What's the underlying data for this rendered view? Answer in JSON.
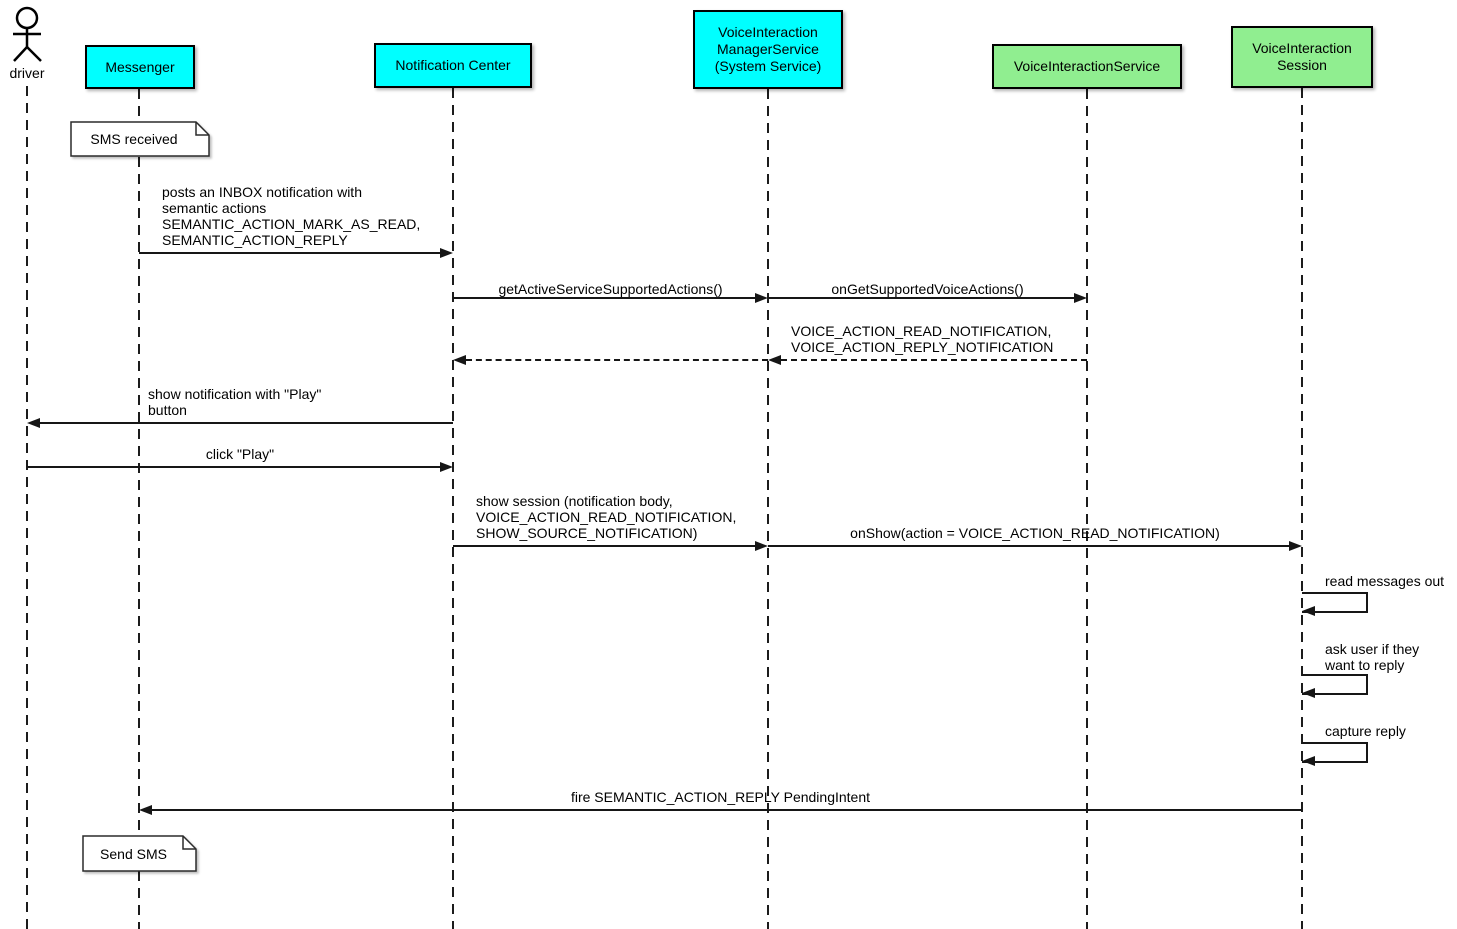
{
  "diagram": {
    "type": "uml-sequence",
    "colors": {
      "system_fill": "#00ffff",
      "service_fill": "#90ee90",
      "line": "#000000",
      "background": "#ffffff"
    }
  },
  "actor": {
    "label": "driver"
  },
  "participants": [
    {
      "label": "Messenger",
      "type": "system"
    },
    {
      "label": "Notification Center",
      "type": "system"
    },
    {
      "label": "VoiceInteraction\nManagerService\n(System Service)",
      "type": "system"
    },
    {
      "label": "VoiceInteractionService",
      "type": "service"
    },
    {
      "label": "VoiceInteraction\nSession",
      "type": "service"
    }
  ],
  "notes": [
    {
      "text": "SMS received",
      "attached_to": "Messenger"
    },
    {
      "text": "Send SMS",
      "attached_to": "Messenger"
    }
  ],
  "messages": [
    {
      "from": "Messenger",
      "to": "Notification Center",
      "style": "solid",
      "text": "posts an INBOX notification with\nsemantic actions\nSEMANTIC_ACTION_MARK_AS_READ,\nSEMANTIC_ACTION_REPLY"
    },
    {
      "from": "Notification Center",
      "to": "VoiceInteraction ManagerService",
      "style": "solid",
      "text": "getActiveServiceSupportedActions()"
    },
    {
      "from": "VoiceInteraction ManagerService",
      "to": "VoiceInteractionService",
      "style": "solid",
      "text": "onGetSupportedVoiceActions()"
    },
    {
      "from": "VoiceInteractionService",
      "to": "VoiceInteraction ManagerService",
      "style": "dashed",
      "text": "VOICE_ACTION_READ_NOTIFICATION,\nVOICE_ACTION_REPLY_NOTIFICATION"
    },
    {
      "from": "VoiceInteraction ManagerService",
      "to": "Notification Center",
      "style": "dashed",
      "text": ""
    },
    {
      "from": "Notification Center",
      "to": "driver",
      "style": "solid",
      "text": "show notification with \"Play\"\nbutton"
    },
    {
      "from": "driver",
      "to": "Notification Center",
      "style": "solid",
      "text": "click \"Play\""
    },
    {
      "from": "Notification Center",
      "to": "VoiceInteraction ManagerService",
      "style": "solid",
      "text": "show session (notification body,\nVOICE_ACTION_READ_NOTIFICATION,\nSHOW_SOURCE_NOTIFICATION)"
    },
    {
      "from": "VoiceInteraction ManagerService",
      "to": "VoiceInteraction Session",
      "style": "solid",
      "text": "onShow(action = VOICE_ACTION_READ_NOTIFICATION)"
    },
    {
      "from": "VoiceInteraction Session",
      "to": "VoiceInteraction Session",
      "style": "self",
      "text": "read messages out"
    },
    {
      "from": "VoiceInteraction Session",
      "to": "VoiceInteraction Session",
      "style": "self",
      "text": "ask user if they\nwant to reply"
    },
    {
      "from": "VoiceInteraction Session",
      "to": "VoiceInteraction Session",
      "style": "self",
      "text": "capture reply"
    },
    {
      "from": "VoiceInteraction Session",
      "to": "Messenger",
      "style": "solid",
      "text": "fire SEMANTIC_ACTION_REPLY PendingIntent"
    }
  ]
}
